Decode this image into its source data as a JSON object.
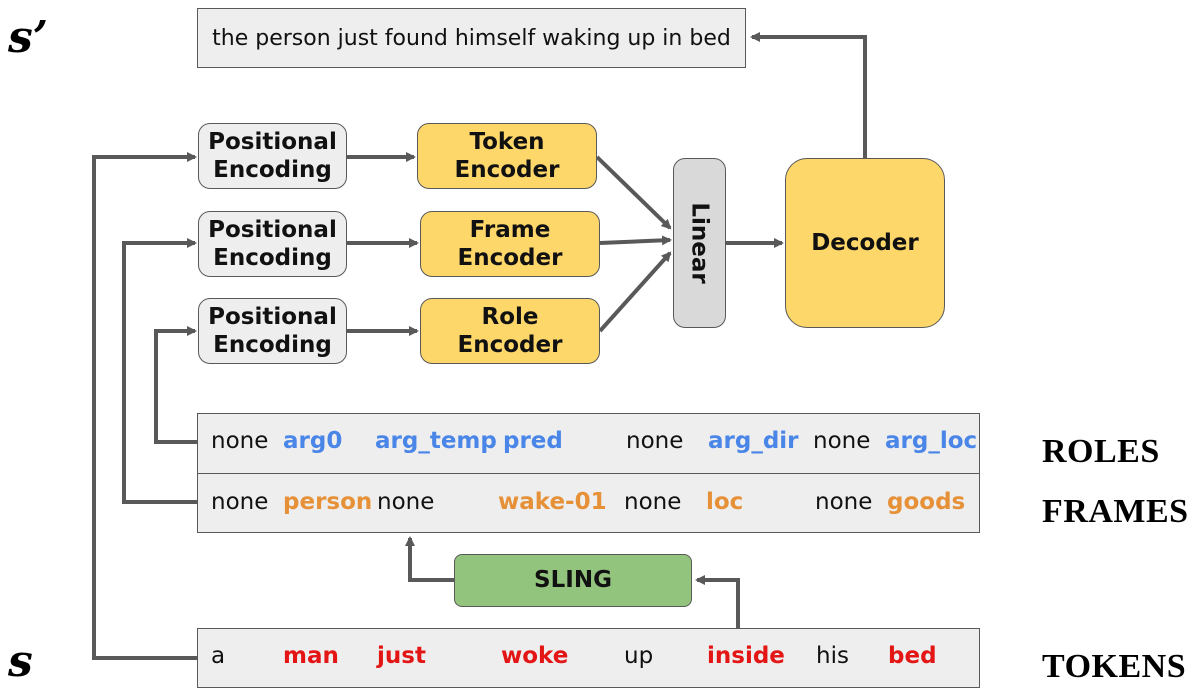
{
  "symbols": {
    "s_prime": "s’",
    "s": "s"
  },
  "output_sentence": "the person just found himself waking up in bed",
  "encoders": {
    "positional_label": "Positional\nEncoding",
    "token": "Token\nEncoder",
    "frame": "Frame\nEncoder",
    "role": "Role\nEncoder"
  },
  "linear": "Linear",
  "decoder": "Decoder",
  "sling": "SLING",
  "row_labels": {
    "roles": "ROLES",
    "frames": "FRAMES",
    "tokens": "TOKENS"
  },
  "roles": [
    "none",
    "arg0",
    "arg_temp",
    "pred",
    "none",
    "arg_dir",
    "none",
    "arg_loc"
  ],
  "frames": [
    "none",
    "person",
    "none",
    "wake-01",
    "none",
    "loc",
    "none",
    "goods"
  ],
  "tokens": [
    "a",
    "man",
    "just",
    "woke",
    "up",
    "inside",
    "his",
    "bed"
  ],
  "colors": {
    "encoder_fill": "#fdd76a",
    "sling_fill": "#93c47d",
    "role_highlight": "#4a86e8",
    "frame_highlight": "#e69138",
    "token_highlight": "#e31515",
    "arrow": "#595959"
  }
}
